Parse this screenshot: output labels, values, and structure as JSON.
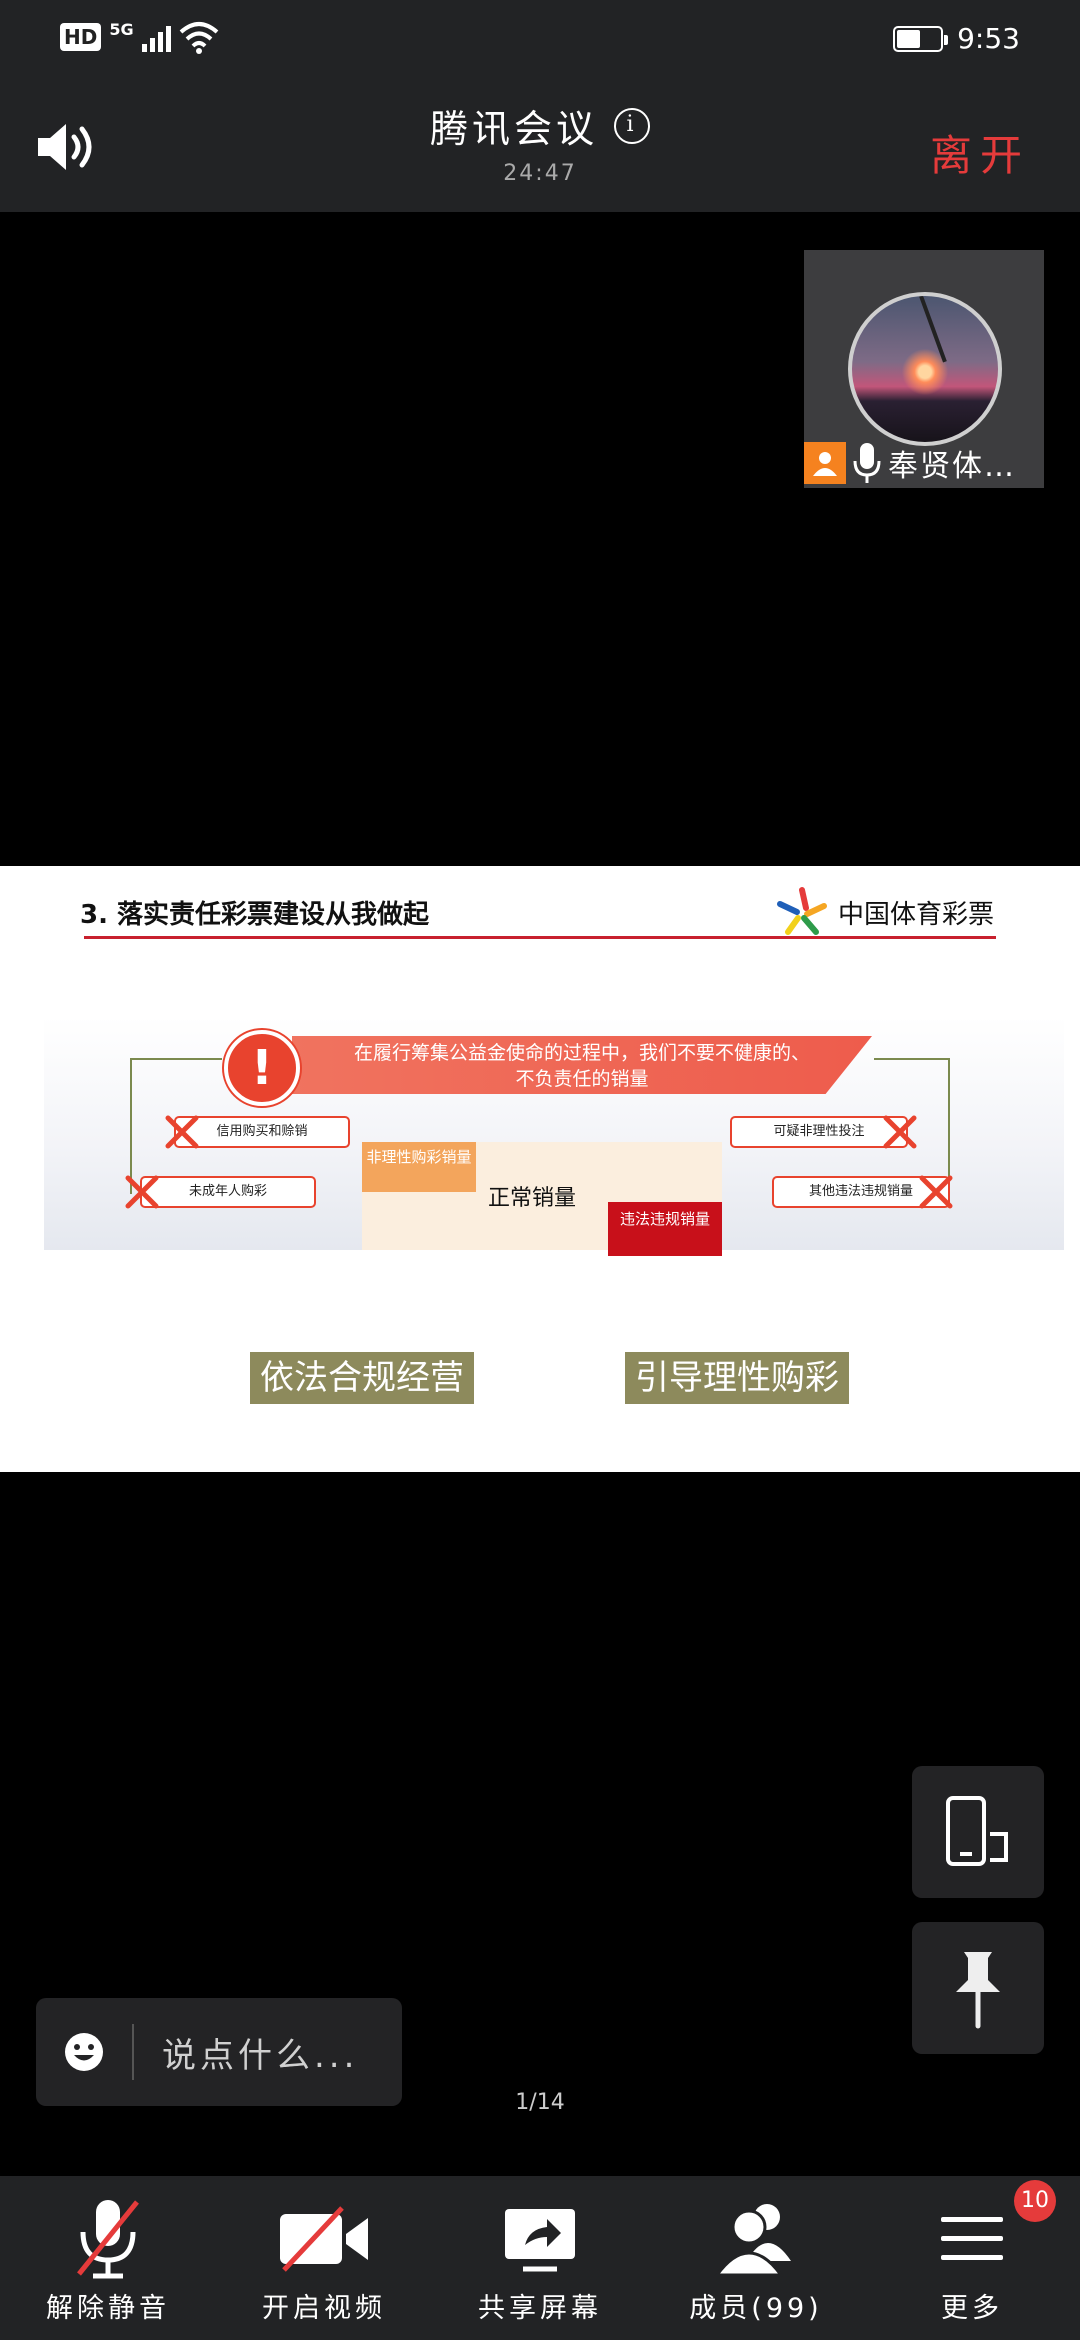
{
  "status_bar": {
    "hd": "HD",
    "network": "5G",
    "time": "9:53",
    "battery_level": 0.55
  },
  "header": {
    "title": "腾讯会议",
    "timer": "24:47",
    "leave_label": "离开"
  },
  "participant": {
    "name": "奉贤体…"
  },
  "slide": {
    "title": "3.  落实责任彩票建设从我做起",
    "logo_text": "中国体育彩票",
    "banner_line1": "在履行筹集公益金使命的过程中，我们不要不健康的、",
    "banner_line2": "不负责任的销量",
    "left_box_1": "信用购买和赊销",
    "left_box_2": "未成年人购彩",
    "right_box_1": "可疑非理性投注",
    "right_box_2": "其他违法违规销量",
    "irrational_label": "非理性购彩销量",
    "normal_label": "正常销量",
    "illegal_label": "违法违规销量",
    "pill_left": "依法合规经营",
    "pill_right": "引导理性购彩"
  },
  "chat": {
    "placeholder": "说点什么..."
  },
  "page_indicator": "1/14",
  "toolbar": {
    "unmute": "解除静音",
    "start_video": "开启视频",
    "share_screen": "共享屏幕",
    "members": "成员(99)",
    "more": "更多",
    "more_badge": "10"
  },
  "colors": {
    "leave": "#e53b3b",
    "toolbar_bg": "#222325",
    "slide_red": "#c8202e"
  }
}
